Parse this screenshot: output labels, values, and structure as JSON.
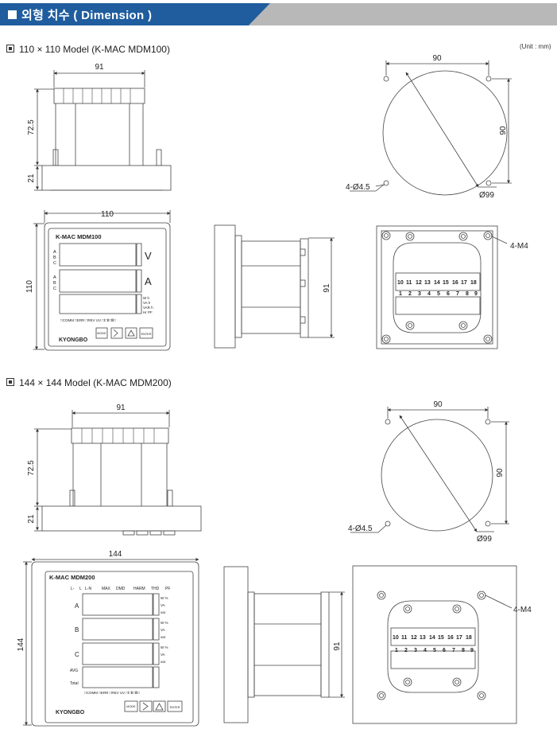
{
  "header": {
    "title": "외형 치수 ( Dimension )",
    "accent": "#1f5d9e",
    "bar": "#b8b8b8"
  },
  "unit": "(Unit : mm)",
  "models": [
    {
      "label": "110 × 110 Model (K-MAC MDM100)",
      "top_view": {
        "width": "91",
        "height": "72.5",
        "base": "21"
      },
      "cutout": {
        "width": "90",
        "height": "90",
        "holes": "4-Ø4.5",
        "diameter": "Ø99"
      },
      "front": {
        "size_w": "110",
        "size_h": "110",
        "model_name": "K-MAC MDM100",
        "unit_v": "V",
        "unit_a": "A",
        "abc": [
          "A",
          "B",
          "C"
        ],
        "right_labels": [
          "W h",
          "VA h",
          "VAR h",
          "Hr PF"
        ],
        "leds": "□COMM  □ERR  □REV  UV □Ⅰ□Ⅱ□Ⅲ□",
        "brand": "KYONGBO",
        "keys": [
          "MODE",
          "",
          "",
          "ENTER"
        ]
      },
      "side": {
        "depth": "91"
      },
      "rear": {
        "screw": "4-M4",
        "top_terminals": [
          "10",
          "11",
          "12",
          "13",
          "14",
          "15",
          "16",
          "17",
          "18"
        ],
        "bottom_terminals": [
          "1",
          "2",
          "3",
          "4",
          "5",
          "6",
          "7",
          "8",
          "9"
        ]
      }
    },
    {
      "label": "144 × 144 Model (K-MAC MDM200)",
      "top_view": {
        "width": "91",
        "height": "72.5",
        "base": "21"
      },
      "cutout": {
        "width": "90",
        "height": "90",
        "holes": "4-Ø4.5",
        "diameter": "Ø99"
      },
      "front": {
        "size_w": "144",
        "size_h": "144",
        "model_name": "K-MAC MDM200",
        "modes": [
          "L-",
          "L",
          "L-N",
          "MAX",
          "DMD",
          "HARM",
          "THD",
          "PF"
        ],
        "phases": [
          "A",
          "B",
          "C"
        ],
        "avg": "AVG",
        "total": "Total",
        "right_labels": [
          "W %",
          "VA",
          "var"
        ],
        "leds": "□COMM  □ERR  □REV  UV □Ⅰ□Ⅱ□Ⅲ□",
        "brand": "KYONGBO",
        "keys": [
          "MODE",
          "",
          "",
          "ENTER"
        ]
      },
      "side": {
        "depth": "91"
      },
      "rear": {
        "screw": "4-M4",
        "top_terminals": [
          "10",
          "11",
          "12",
          "13",
          "14",
          "15",
          "16",
          "17",
          "18"
        ],
        "bottom_terminals": [
          "1",
          "2",
          "3",
          "4",
          "5",
          "6",
          "7",
          "8",
          "9"
        ]
      }
    }
  ]
}
